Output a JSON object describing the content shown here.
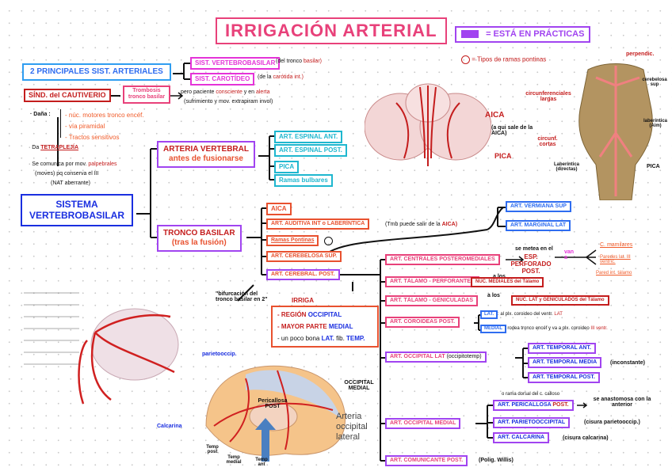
{
  "title": "IRRIGACIÓN ARTERIAL",
  "legend": {
    "text": "= ESTÁ EN PRÁCTICAS",
    "swatch_color": "#a144f0"
  },
  "pontine_legend": "= Tipos de ramas pontinas",
  "systems": {
    "main": "2 PRINCIPALES SIST. ARTERIALES",
    "vertebro": "SIST. VERTEBROBASILAR",
    "vertebro_note_prefix": "(del tronco",
    "vertebro_note_highlight": "basilar)",
    "carotid": "SIST. CAROTÍDEO",
    "carotid_note_prefix": "(de la",
    "carotid_note_highlight": "carótida int.)"
  },
  "cautiverio": {
    "label": "SÍND. del CAUTIVERIO",
    "cause": "Trombosis tronco basilar",
    "note1_a": "pero paciente",
    "note1_b": "consciente",
    "note1_c": "y en",
    "note1_d": "alerta",
    "note2": "(sufrimiento y mov. extrapiram invol)",
    "dana_label": "· Daña :",
    "dana_items": [
      "- núc. motores tronco encéf.",
      "- vía piramidal",
      "- Tractos sensitivos"
    ],
    "da_prefix": "· Da",
    "da_value": "TETRAPLEJÍA",
    "comm_a": "· Se comunica por mov.",
    "comm_b": "palpebrales",
    "comm_c": "(moves) pq conserva el III",
    "comm_d": "(NAT aberrante)"
  },
  "sistema_vb": "SISTEMA VERTEBROBASILAR",
  "arteria_vertebral": {
    "title": "ARTERIA VERTEBRAL",
    "subtitle": "antes de fusionarse",
    "branches": [
      "ART. ESPINAL ANT.",
      "ART. ESPINAL POST.",
      "PICA",
      "Ramas bulbares"
    ]
  },
  "tronco_basilar": {
    "title": "TRONCO BASILAR",
    "subtitle": "(tras la fusión)",
    "branches": [
      "AICA",
      "ART. AUDITIVA INT o LABERÍNTICA",
      "Ramas Pontinas",
      "ART. CEREBELOSA SUP.",
      "ART. CEREBRAL. POST."
    ],
    "auditiva_note_prefix": "(Tmb puede salir de la",
    "auditiva_note_highlight": "AICA)",
    "cerebelosa_branches": [
      "ART. VERMIANA SUP",
      "ART. MARGINAL LAT"
    ]
  },
  "bifurcacion_note": "\"bifurcación del tronco basilar en 2\"",
  "irriga": {
    "label": "IRRIGA",
    "items": [
      {
        "a": "- REGIÓN",
        "b": "OCCIPITAL"
      },
      {
        "a": "- MAYOR PARTE",
        "b": "MEDIAL"
      },
      {
        "a": "- un poco bona",
        "b": "LAT.",
        "c": "fib.",
        "d": "TEMP."
      }
    ]
  },
  "cerebral_post": {
    "centrales": {
      "label": "ART. CENTRALES POSTEROMEDIALES",
      "note": "se metea en el",
      "target": "ESP. PERFORADO POST.",
      "van": "van a",
      "dests": [
        "C. mamilares",
        "Paredes lat. III ventríc.",
        "Pared int. tálamo"
      ]
    },
    "talamo_perf": {
      "label": "ART. TÁLAMO - PERFORANTES",
      "conn": "a los",
      "target": "NÚC. MEDIALES del Tálamo"
    },
    "talamo_gen": {
      "label": "ART. TÁLAMO - GENICULADAS",
      "conn": "a los",
      "target": "NÚC. LAT y GENICULADOS del Tálamo"
    },
    "coroideas": {
      "label": "ART. COROIDEAS POST.",
      "lat": "LAT.",
      "lat_note_a": ": al plx. coroideo del ventr.",
      "lat_note_b": "LAT",
      "medial": "MEDIAL",
      "medial_note_a": ": rodea tronco encéf y va a plx. coroideo",
      "medial_note_b": "III ventr."
    },
    "occ_lat": {
      "label": "ART. OCCIPITAL LAT",
      "note": "(occipitotemp)",
      "branches": [
        "ART. TEMPORAL ANT.",
        "ART. TEMPORAL MEDIA",
        "ART. TEMPORAL POST."
      ],
      "media_note": "(inconstante)"
    },
    "occ_medial": {
      "label": "ART. OCCIPITAL MEDIAL",
      "peri_note": "o rama dorsal del c. calloso",
      "branches": [
        "ART. PERICALLOSA",
        "ART. PARIETOOCCIPITAL",
        "ART. CALCARINA"
      ],
      "peri_post": "POST.",
      "peri_result": "se anastomosa con la anterior",
      "parieto_note": "(cisura parietooccip.)",
      "calc_note": "(cisura calcarina)"
    },
    "comunicante": {
      "label": "ART. COMUNICANTE POST.",
      "note": "(Polig. Willis)"
    }
  },
  "cerebellum_image": {
    "labels": [
      "AICA",
      "PICA"
    ],
    "note": "(a qui sale de la AICA)"
  },
  "brainstem_image": {
    "labels": [
      "perpendic.",
      "circunferenciales largas",
      "circunf. cortas",
      "cerebelosa sup",
      "laberíntica (Aim)",
      "Laberíntica (directas)",
      "PICA"
    ]
  },
  "medial_brain_image": {
    "labels": [
      "parietooccip.",
      "OCCIPITAL MEDIAL",
      "Pericallosa POST",
      "Arteria occipital lateral",
      "Calcarina",
      "Temp post",
      "Temp medial",
      "Temp ant"
    ]
  }
}
